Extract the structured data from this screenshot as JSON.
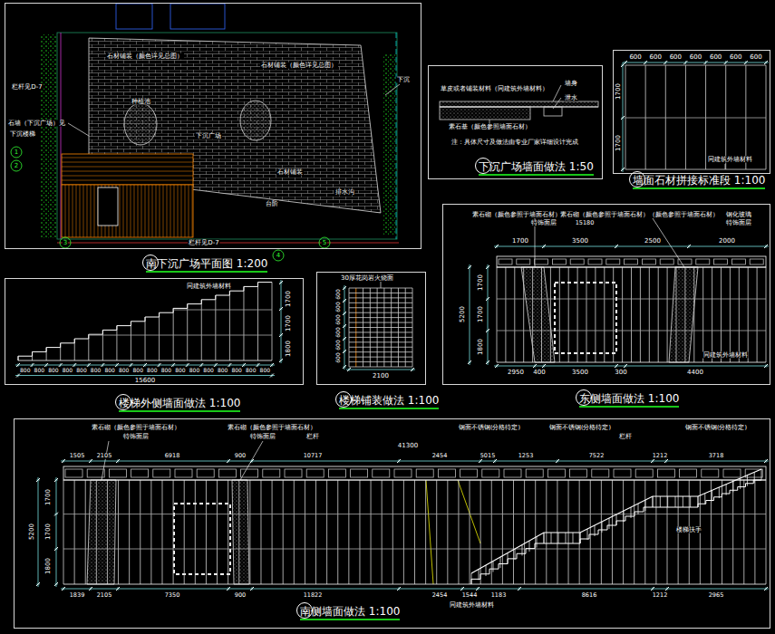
{
  "diagram": {
    "nodes": [
      {
        "text": [
          "南下沉广场平面图 1:200"
        ]
      },
      {
        "text": [
          "下沉广场墙面做法 1:50"
        ]
      },
      {
        "text": [
          "墙面石材拼接标准段 1:100"
        ]
      },
      {
        "text": [
          "楼梯外侧墙面做法 1:100"
        ]
      },
      {
        "text": [
          "楼梯铺装做法 1:100"
        ]
      },
      {
        "text": [
          "东侧墙面做法 1:100"
        ]
      },
      {
        "text": [
          "南侧墙面做法 1:100"
        ]
      }
    ],
    "labels": [
      "下沉",
      "栏杆见D-7",
      "石墙（下沉广场）见",
      "下沉楼梯",
      "栏杆见D-7",
      "石材铺装（颜色详见总图）",
      "石材铺装（颜色详见总图）",
      "种植池",
      "下沉广场",
      "石材铺装",
      "排水沟",
      "台阶",
      "1",
      "2",
      "3",
      "4",
      "5",
      "草皮或者铺装材料（同建筑外墙材料）",
      "墙身",
      "泄水",
      "素石基（颜色参照墙面石材）",
      "注：具体尺寸及做法由专业厂家详细设计完成",
      "600",
      "600",
      "600",
      "600",
      "600",
      "600",
      "600",
      "1700",
      "1700",
      "同建筑外墙材料",
      "同建筑外墙材料",
      "1700",
      "1700",
      "1800",
      "800",
      "800",
      "800",
      "800",
      "800",
      "800",
      "800",
      "800",
      "800",
      "800",
      "800",
      "800",
      "800",
      "800",
      "800",
      "800",
      "800",
      "800",
      "15600",
      "30厚花岗岩火烧面",
      "600",
      "600",
      "600",
      "600",
      "600",
      "600",
      "2100",
      "素石砌（颜色参照于墙面石材）",
      "素石砌（颜色参照于墙面石材）（颜色参照于墙面石材）",
      "钢化玻璃",
      "特饰面层",
      "特饰面层",
      "15180",
      "1700",
      "3500",
      "2500",
      "2000",
      "1700",
      "1700",
      "1800",
      "5200",
      "2950",
      "400",
      "3500",
      "300",
      "4400",
      "同建筑外墙材料",
      "素石砌（颜色参照于墙面石材）",
      "特饰面层",
      "素石砌（颜色参照于墙面石材）",
      "特饰面层",
      "栏杆",
      "钢面不锈钢(分格待定)",
      "钢面不锈钢(分格待定)",
      "栏杆",
      "钢面不锈钢(分格待定)",
      "41300",
      "1505",
      "2105",
      "6918",
      "900",
      "10717",
      "2454",
      "5015",
      "1253",
      "7522",
      "1212",
      "3718",
      "1700",
      "1700",
      "1800",
      "5200",
      "1839",
      "2105",
      "7350",
      "900",
      "11822",
      "2454",
      "1544",
      "1183",
      "8616",
      "1212",
      "2965",
      "楼梯扶手",
      "同建筑外墙材料"
    ]
  }
}
